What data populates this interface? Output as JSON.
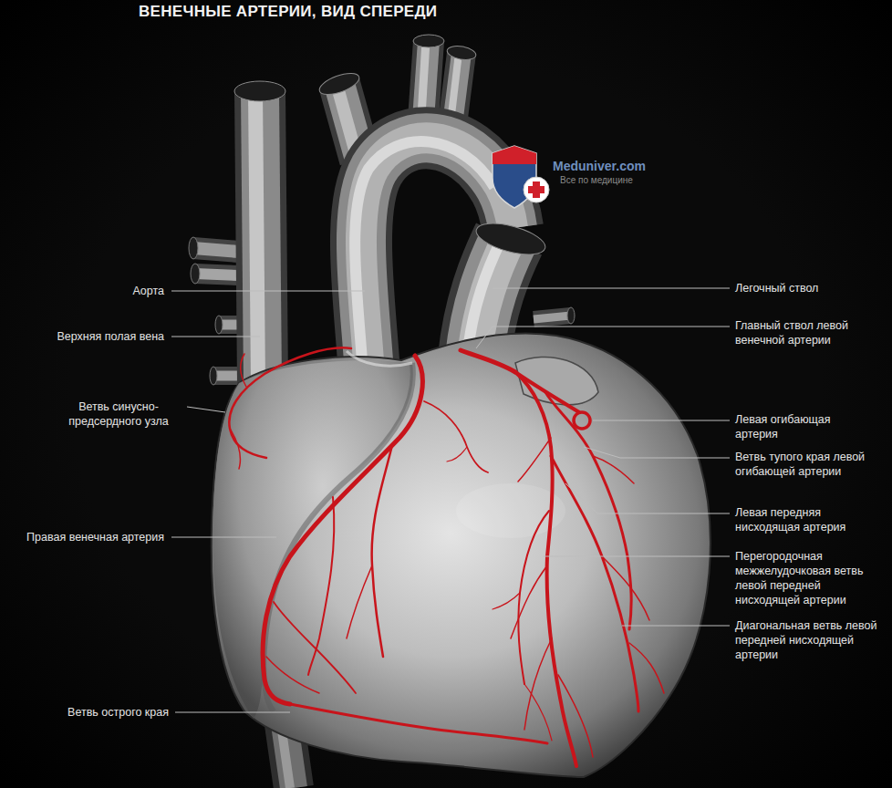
{
  "diagram": {
    "title": "ВЕНЕЧНЫЕ АРТЕРИИ, ВИД СПЕРЕДИ",
    "labels": [
      "Аорта",
      "Верхняя полая вена",
      "Ветвь синусно-предсердного узла",
      "Правая венечная артерия",
      "Ветвь острого края",
      "Легочный ствол",
      "Главный ствол левой венечной артерии",
      "Левая огибающая артерия",
      "Ветвь тупого края левой огибающей артерии",
      "Левая передняя нисходящая артерия",
      "Перегородочная межжелудочковая ветвь левой передней нисходящей артерии",
      "Диагональная ветвь левой передней нисходящей артерии",
      "Meduniver.com",
      "Все по медицине"
    ]
  }
}
